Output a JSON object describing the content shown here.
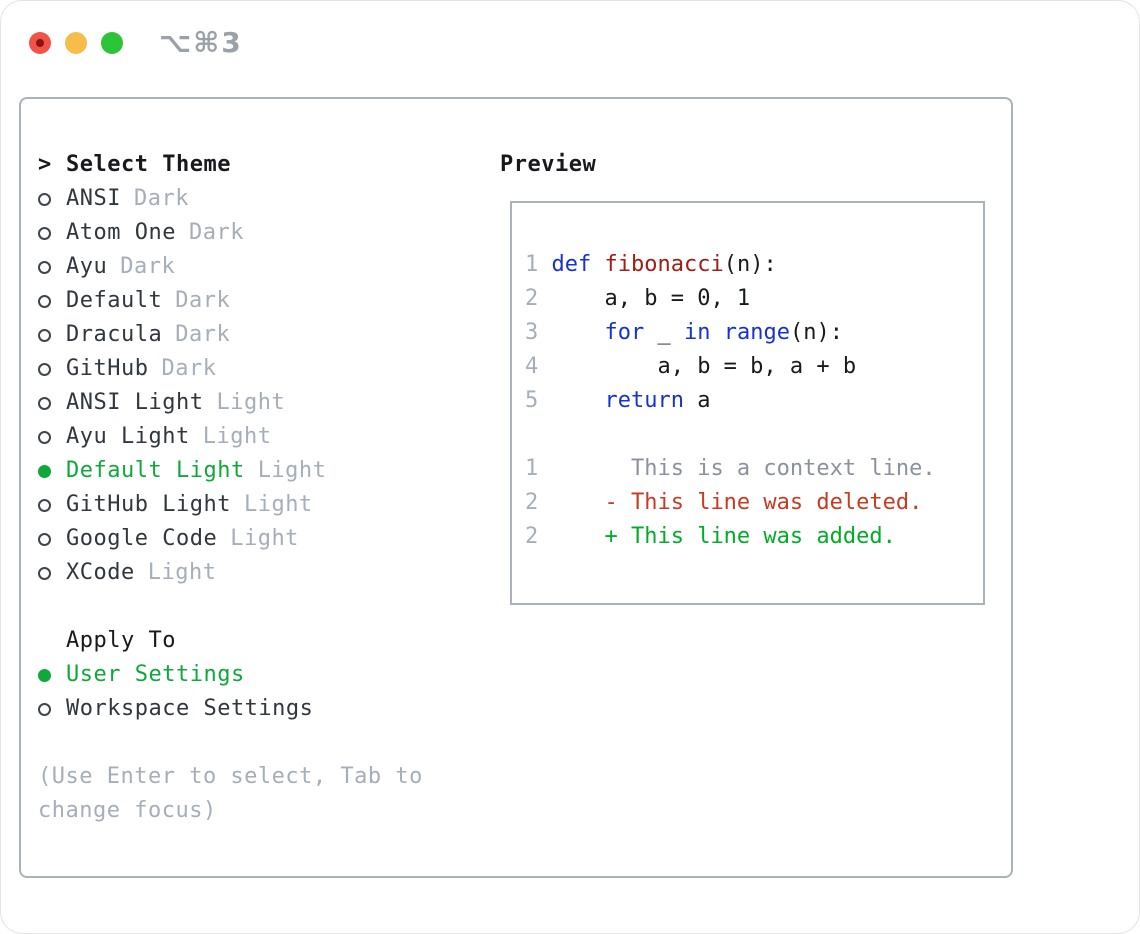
{
  "window": {
    "title": "⌥⌘3",
    "traffic_lights": [
      "close",
      "minimize",
      "zoom"
    ]
  },
  "colors": {
    "text": "#17191d",
    "name": "#31373e",
    "muted": "#a6aeb9",
    "ctx": "#8b929c",
    "accent": "#10a83a",
    "added": "#00ae25",
    "deleted": "#c93a20",
    "keyword": "#1633d1",
    "func": "#a01e12",
    "border": "#aab2bc",
    "title": "#9aa1a8",
    "circle": "#3f454d",
    "light-red": "#f15349",
    "light-red-dot": "#8a150d",
    "light-yellow": "#f6bd4a",
    "light-green": "#2cc438"
  },
  "theme_picker": {
    "prompt": ">",
    "header": "Select Theme",
    "items": [
      {
        "name": "ANSI",
        "tag": "Dark",
        "selected": false
      },
      {
        "name": "Atom One",
        "tag": "Dark",
        "selected": false
      },
      {
        "name": "Ayu",
        "tag": "Dark",
        "selected": false
      },
      {
        "name": "Default",
        "tag": "Dark",
        "selected": false
      },
      {
        "name": "Dracula",
        "tag": "Dark",
        "selected": false
      },
      {
        "name": "GitHub",
        "tag": "Dark",
        "selected": false
      },
      {
        "name": "ANSI Light",
        "tag": "Light",
        "selected": false
      },
      {
        "name": "Ayu Light",
        "tag": "Light",
        "selected": false
      },
      {
        "name": "Default Light",
        "tag": "Light",
        "selected": true
      },
      {
        "name": "GitHub Light",
        "tag": "Light",
        "selected": false
      },
      {
        "name": "Google Code",
        "tag": "Light",
        "selected": false
      },
      {
        "name": "XCode",
        "tag": "Light",
        "selected": false
      }
    ]
  },
  "apply_to": {
    "header": "Apply To",
    "options": [
      {
        "name": "User Settings",
        "selected": true
      },
      {
        "name": "Workspace Settings",
        "selected": false
      }
    ]
  },
  "help_text": "(Use Enter to select, Tab to change focus)",
  "preview": {
    "header": "Preview",
    "code_lines": [
      {
        "num": "1",
        "spans": [
          [
            "kw",
            "def"
          ],
          [
            "code",
            " "
          ],
          [
            "fn",
            "fibonacci"
          ],
          [
            "code",
            "(n):"
          ]
        ]
      },
      {
        "num": "2",
        "spans": [
          [
            "code",
            "    a, b = 0, 1"
          ]
        ]
      },
      {
        "num": "3",
        "spans": [
          [
            "code",
            "    "
          ],
          [
            "kw",
            "for"
          ],
          [
            "code",
            " _ "
          ],
          [
            "kw",
            "in"
          ],
          [
            "code",
            " "
          ],
          [
            "kw",
            "range"
          ],
          [
            "code",
            "(n):"
          ]
        ]
      },
      {
        "num": "4",
        "spans": [
          [
            "code",
            "        a, b = b, a + b"
          ]
        ]
      },
      {
        "num": "5",
        "spans": [
          [
            "code",
            "    "
          ],
          [
            "kw",
            "return"
          ],
          [
            "code",
            " a"
          ]
        ]
      },
      {
        "blank": true
      },
      {
        "num": "1",
        "spans": [
          [
            "ctx",
            "      This is a context line."
          ]
        ]
      },
      {
        "num": "2",
        "spans": [
          [
            "del",
            "    - This line was deleted."
          ]
        ]
      },
      {
        "num": "2",
        "spans": [
          [
            "add",
            "    + This line was added."
          ]
        ]
      }
    ]
  }
}
